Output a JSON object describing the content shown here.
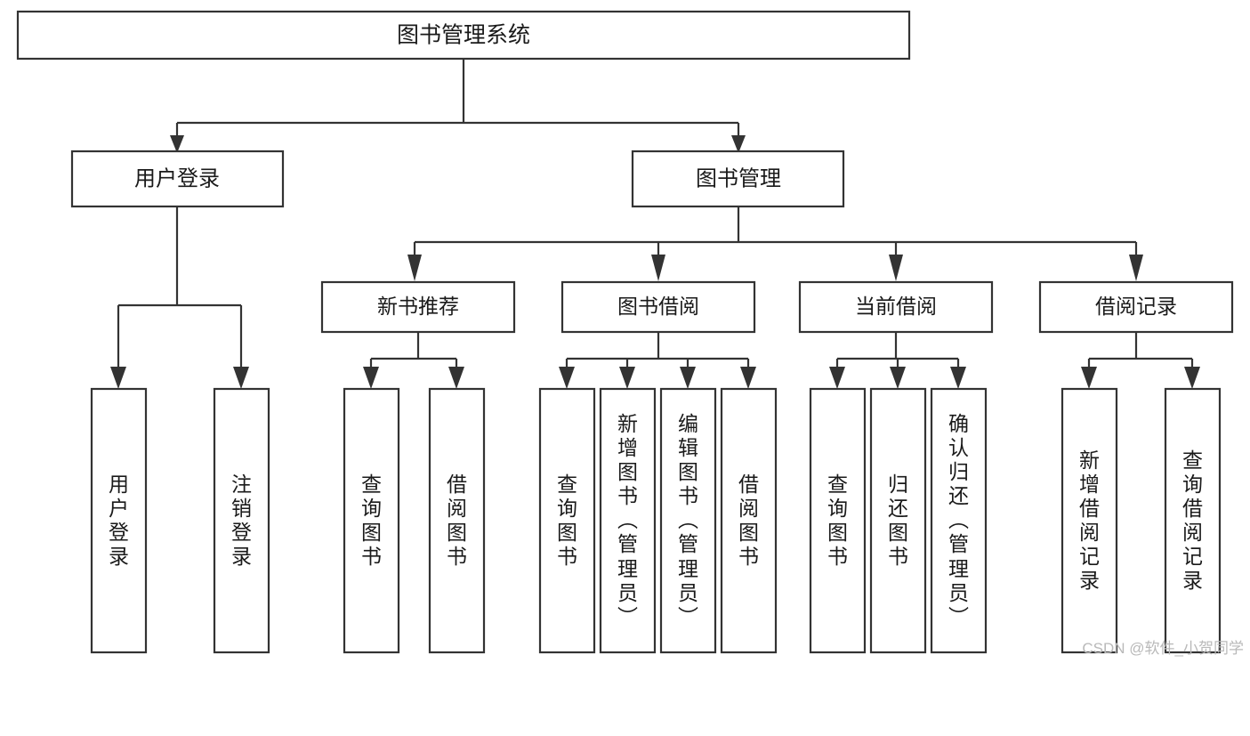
{
  "diagram": {
    "type": "tree",
    "title": "图书管理系统",
    "watermark": "CSDN @软件_小贺同学",
    "colors": {
      "box_fill": "#ffffff",
      "box_stroke": "#333333",
      "text": "#1a1a1a",
      "watermark": "#b9b9b9",
      "background": "#ffffff"
    },
    "root": {
      "label": "图书管理系统"
    },
    "level2": [
      {
        "label": "用户登录"
      },
      {
        "label": "图书管理"
      }
    ],
    "level3": [
      {
        "label": "新书推荐"
      },
      {
        "label": "图书借阅"
      },
      {
        "label": "当前借阅"
      },
      {
        "label": "借阅记录"
      }
    ],
    "leaves": {
      "user_login": [
        {
          "label": "用户登录"
        },
        {
          "label": "注销登录"
        }
      ],
      "new_book_recommend": [
        {
          "label": "查询图书"
        },
        {
          "label": "借阅图书"
        }
      ],
      "book_borrow": [
        {
          "label": "查询图书"
        },
        {
          "label": "新增图书（管理员）"
        },
        {
          "label": "编辑图书（管理员）"
        },
        {
          "label": "借阅图书"
        }
      ],
      "current_borrow": [
        {
          "label": "查询图书"
        },
        {
          "label": "归还图书"
        },
        {
          "label": "确认归还（管理员）"
        }
      ],
      "borrow_records": [
        {
          "label": "新增借阅记录"
        },
        {
          "label": "查询借阅记录"
        }
      ]
    }
  }
}
